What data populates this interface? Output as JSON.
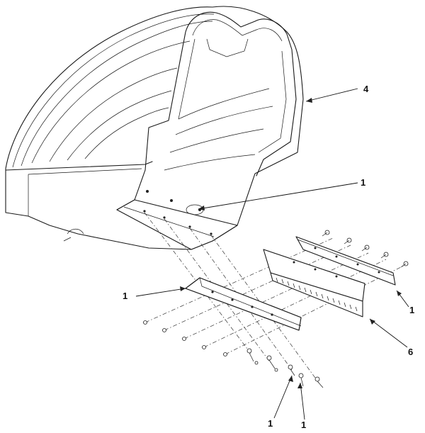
{
  "callouts": {
    "housing": "4",
    "upper_bracket": "1",
    "left_bracket": "1",
    "right_bracket": "1",
    "brush": "6",
    "bottom_a": "1",
    "bottom_b": "1"
  }
}
